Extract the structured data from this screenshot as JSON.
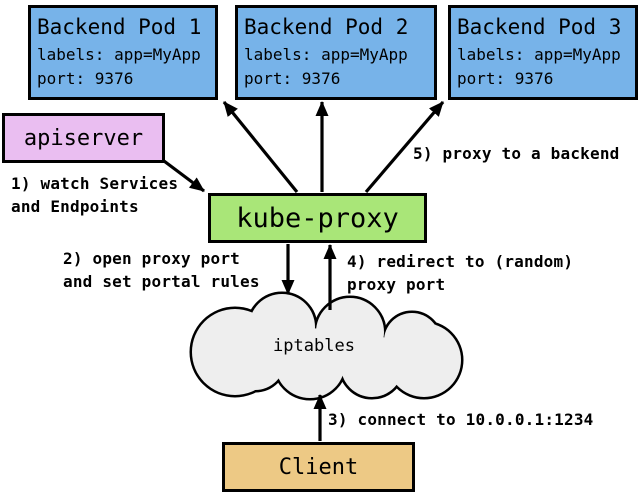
{
  "pods": [
    {
      "title": "Backend Pod 1",
      "labels_line": "labels: app=MyApp",
      "port_line": "port: 9376"
    },
    {
      "title": "Backend Pod 2",
      "labels_line": "labels: app=MyApp",
      "port_line": "port: 9376"
    },
    {
      "title": "Backend Pod 3",
      "labels_line": "labels: app=MyApp",
      "port_line": "port: 9376"
    }
  ],
  "apiserver": {
    "label": "apiserver"
  },
  "kube_proxy": {
    "label": "kube-proxy"
  },
  "cloud": {
    "label": "iptables"
  },
  "client": {
    "label": "Client"
  },
  "annotations": {
    "step1": {
      "line1": "1) watch Services",
      "line2": "and Endpoints"
    },
    "step2": {
      "line1": "2) open proxy port",
      "line2": "and set portal rules"
    },
    "step3": {
      "line1": "3) connect to 10.0.0.1:1234"
    },
    "step4": {
      "line1": "4) redirect to (random)",
      "line2": "proxy port"
    },
    "step5": {
      "line1": "5) proxy to a backend"
    }
  },
  "colors": {
    "background": "#ffffff",
    "border": "#000000",
    "pod_fill": "#77b3e9",
    "apiserver_fill": "#eabef1",
    "kube_proxy_fill": "#a9e678",
    "client_fill": "#edc985",
    "cloud_fill": "#eeeeee",
    "arrow": "#000000"
  }
}
